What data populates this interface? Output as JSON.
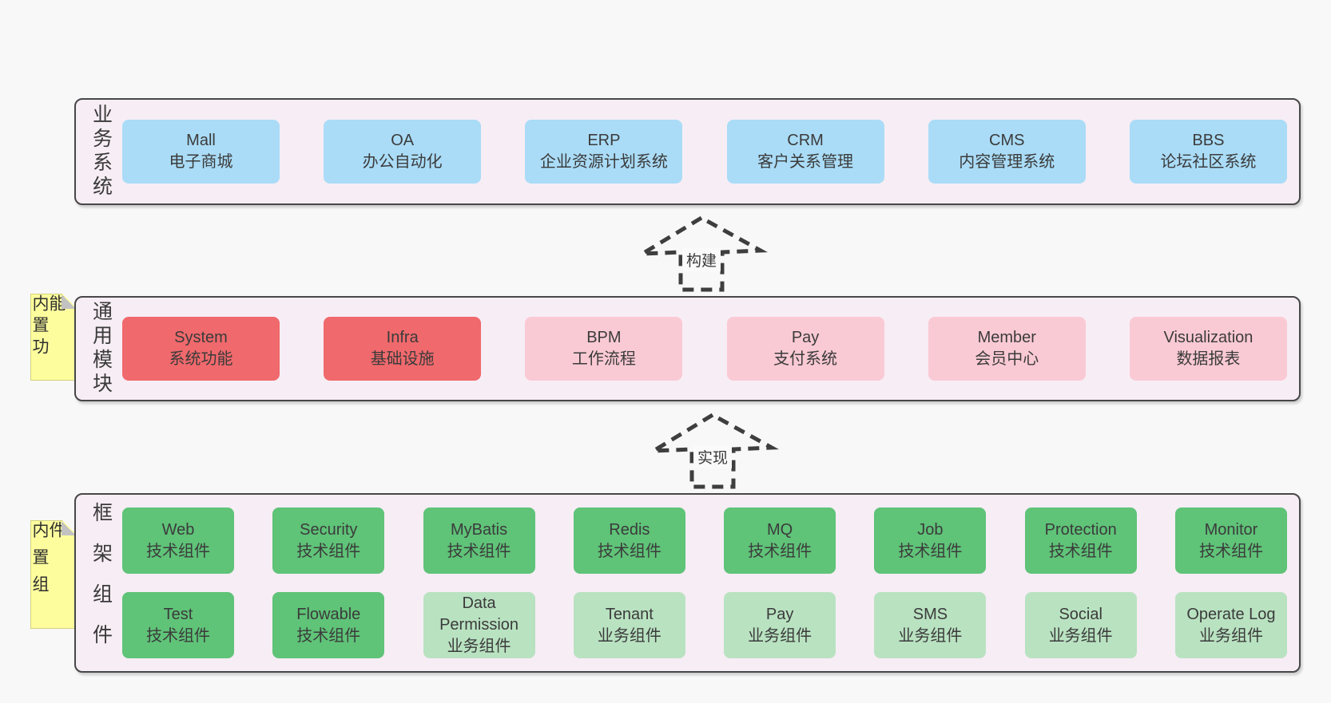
{
  "colors": {
    "page_bg": "#f8f8f8",
    "layer_bg": "#f7edf5",
    "layer_border": "#474747",
    "blue": "#aadcf7",
    "red": "#f0696c",
    "pink": "#facad4",
    "green": "#5fc378",
    "green_light": "#b9e2c1",
    "note_yellow": "#fdfd9e",
    "text": "#3c3c3c"
  },
  "arrows": [
    {
      "label": "构建"
    },
    {
      "label": "实现"
    }
  ],
  "layers": {
    "business": {
      "label": "业务系统",
      "items": [
        {
          "title": "Mall",
          "subtitle": "电子商城",
          "variant": "blue"
        },
        {
          "title": "OA",
          "subtitle": "办公自动化",
          "variant": "blue"
        },
        {
          "title": "ERP",
          "subtitle": "企业资源计划系统",
          "variant": "blue"
        },
        {
          "title": "CRM",
          "subtitle": "客户关系管理",
          "variant": "blue"
        },
        {
          "title": "CMS",
          "subtitle": "内容管理系统",
          "variant": "blue"
        },
        {
          "title": "BBS",
          "subtitle": "论坛社区系统",
          "variant": "blue"
        }
      ]
    },
    "modules": {
      "label": "通用模块",
      "note": "内置功能",
      "items": [
        {
          "title": "System",
          "subtitle": "系统功能",
          "variant": "red"
        },
        {
          "title": "Infra",
          "subtitle": "基础设施",
          "variant": "red"
        },
        {
          "title": "BPM",
          "subtitle": "工作流程",
          "variant": "pink"
        },
        {
          "title": "Pay",
          "subtitle": "支付系统",
          "variant": "pink"
        },
        {
          "title": "Member",
          "subtitle": "会员中心",
          "variant": "pink"
        },
        {
          "title": "Visualization",
          "subtitle": "数据报表",
          "variant": "pink"
        }
      ]
    },
    "components": {
      "label": "框架组件",
      "note": "内置组件",
      "rows": [
        [
          {
            "title": "Web",
            "subtitle": "技术组件",
            "variant": "green"
          },
          {
            "title": "Security",
            "subtitle": "技术组件",
            "variant": "green"
          },
          {
            "title": "MyBatis",
            "subtitle": "技术组件",
            "variant": "green"
          },
          {
            "title": "Redis",
            "subtitle": "技术组件",
            "variant": "green"
          },
          {
            "title": "MQ",
            "subtitle": "技术组件",
            "variant": "green"
          },
          {
            "title": "Job",
            "subtitle": "技术组件",
            "variant": "green"
          },
          {
            "title": "Protection",
            "subtitle": "技术组件",
            "variant": "green"
          },
          {
            "title": "Monitor",
            "subtitle": "技术组件",
            "variant": "green"
          }
        ],
        [
          {
            "title": "Test",
            "subtitle": "技术组件",
            "variant": "green"
          },
          {
            "title": "Flowable",
            "subtitle": "技术组件",
            "variant": "green"
          },
          {
            "title": "Data Permission",
            "subtitle": "业务组件",
            "variant": "green-light"
          },
          {
            "title": "Tenant",
            "subtitle": "业务组件",
            "variant": "green-light"
          },
          {
            "title": "Pay",
            "subtitle": "业务组件",
            "variant": "green-light"
          },
          {
            "title": "SMS",
            "subtitle": "业务组件",
            "variant": "green-light"
          },
          {
            "title": "Social",
            "subtitle": "业务组件",
            "variant": "green-light"
          },
          {
            "title": "Operate Log",
            "subtitle": "业务组件",
            "variant": "green-light"
          }
        ]
      ]
    }
  }
}
